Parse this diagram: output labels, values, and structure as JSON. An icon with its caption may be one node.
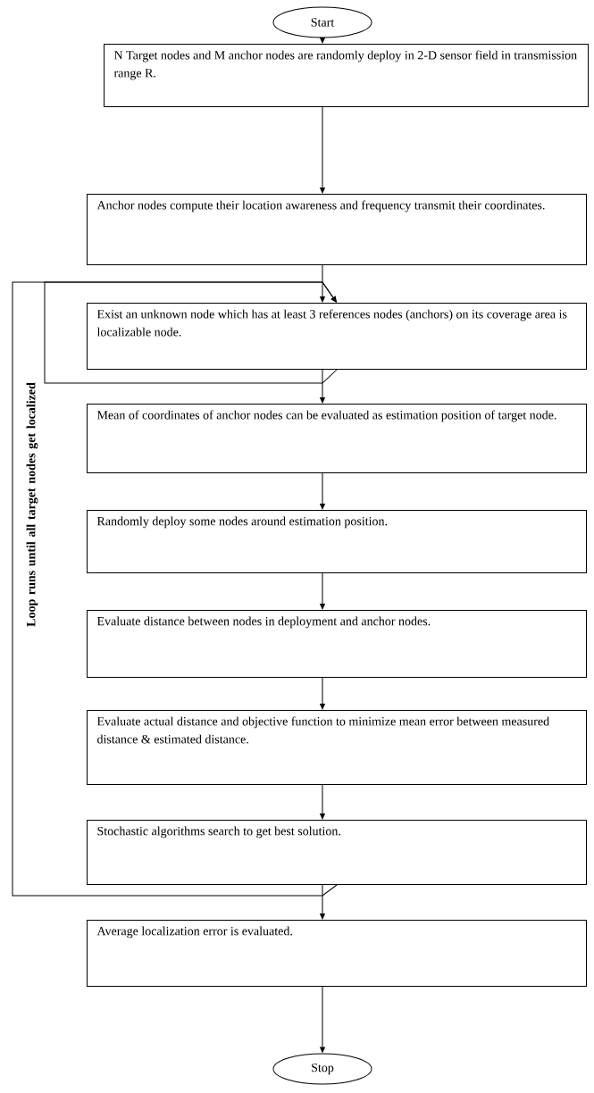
{
  "diagram": {
    "nodes": [
      {
        "text": [
          "Start"
        ]
      },
      {
        "text": [
          "N Target nodes and M anchor nodes are randomly deploy in 2-D sensor field in transmission range R."
        ]
      },
      {
        "text": [
          "Anchor nodes compute their location awareness and frequency transmit their coordinates."
        ]
      },
      {
        "text": [
          "Exist an unknown node which has at least 3 references nodes (anchors) on its coverage area is localizable node."
        ]
      },
      {
        "text": [
          "Mean of coordinates of anchor nodes can be evaluated as estimation position of target node."
        ]
      },
      {
        "text": [
          "Randomly deploy some nodes around estimation position."
        ]
      },
      {
        "text": [
          "Evaluate distance between nodes in deployment and anchor nodes."
        ]
      },
      {
        "text": [
          "Evaluate actual distance and objective function to minimize mean error between measured distance & estimated distance."
        ]
      },
      {
        "text": [
          "Stochastic algorithms search to get best solution."
        ]
      },
      {
        "text": [
          "Average localization error is evaluated."
        ]
      },
      {
        "text": [
          "Stop"
        ]
      }
    ],
    "edges": [
      {
        "from": 0,
        "to": 1,
        "arrow": "to"
      },
      {
        "from": 1,
        "to": 2,
        "arrow": "to"
      },
      {
        "from": 2,
        "to": 3,
        "arrow": "to"
      },
      {
        "from": 3,
        "to": 4,
        "arrow": "to"
      },
      {
        "from": 4,
        "to": 5,
        "arrow": "to"
      },
      {
        "from": 5,
        "to": 6,
        "arrow": "to"
      },
      {
        "from": 6,
        "to": 7,
        "arrow": "to"
      },
      {
        "from": 7,
        "to": 8,
        "arrow": "to"
      },
      {
        "from": 8,
        "to": 9,
        "arrow": "to"
      },
      {
        "from": 9,
        "to": 10,
        "arrow": "to"
      },
      {
        "from": 8,
        "to": 3,
        "arrow": "to",
        "label": "Loop runs until all target nodes get localized"
      },
      {
        "from": 3,
        "to": 3,
        "arrow": "to"
      }
    ]
  }
}
